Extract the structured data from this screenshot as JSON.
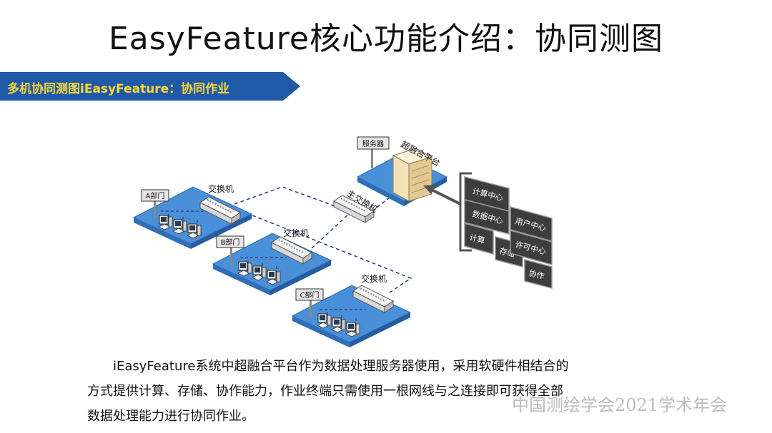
{
  "title": "EasyFeature核心功能介绍：协同测图",
  "banner": {
    "text": "多机协同测图iEasyFeature：协同作业",
    "background_color": "#1f5aa6",
    "text_color": "#ffd63a"
  },
  "diagram": {
    "server_label": "服务器",
    "platform_label": "超融合平台",
    "main_switch_label": "主交换机",
    "switch_label": "交换机",
    "departments": [
      "A部门",
      "B部门",
      "C部门"
    ],
    "modules": [
      "计算中心",
      "数据中心",
      "用户中心",
      "计算",
      "存储",
      "许可中心",
      "协作"
    ],
    "zone_color": "#4a90d9",
    "module_color": "#3d3d3d"
  },
  "body_text": [
    "iEasyFeature系统中超融合平台作为数据处理服务器使用，采用软硬件相结合的",
    "方式提供计算、存储、协作能力，作业终端只需使用一根网线与之连接即可获得全部",
    "数据处理能力进行协同作业。"
  ],
  "watermark": "中国测绘学会2021学术年会"
}
